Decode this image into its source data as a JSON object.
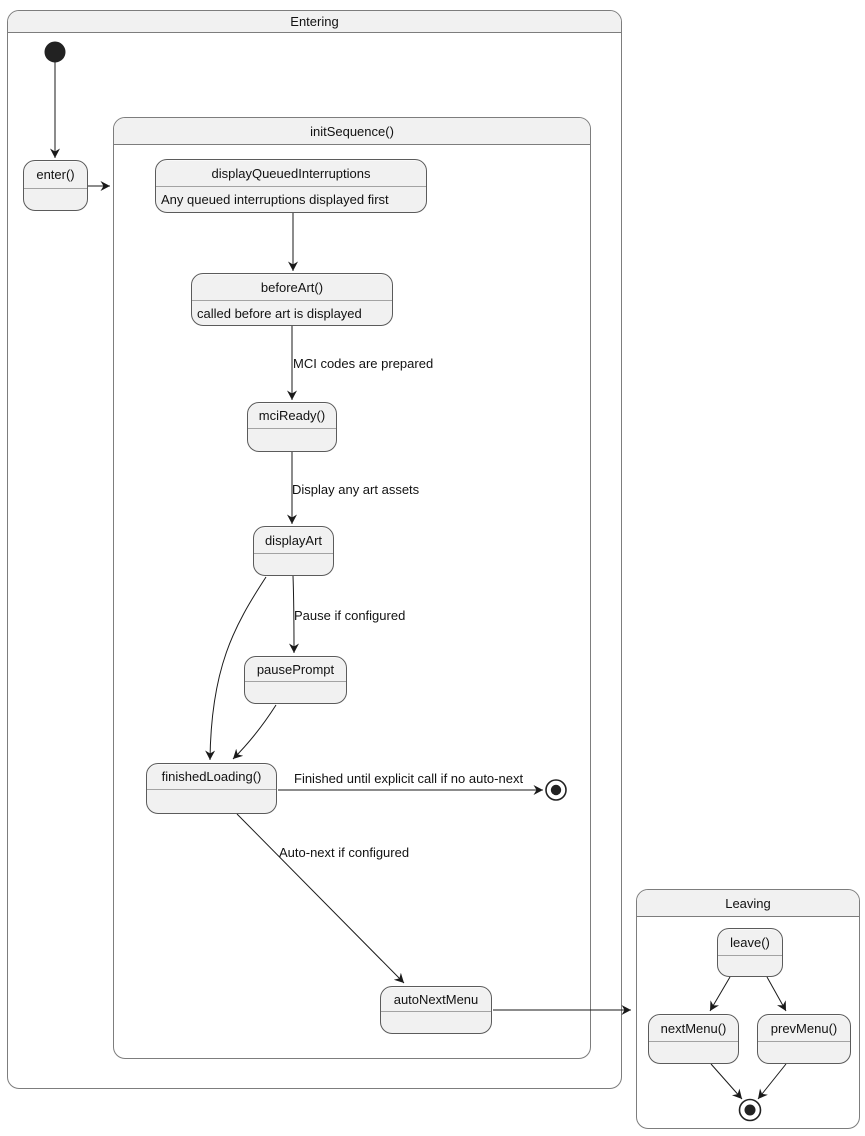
{
  "diagram_type": "uml-state-diagram",
  "containers": {
    "entering": {
      "title": "Entering"
    },
    "initSequence": {
      "title": "initSequence()"
    },
    "leaving": {
      "title": "Leaving"
    }
  },
  "states": {
    "enter": {
      "title": "enter()"
    },
    "displayQueuedInterruptions": {
      "title": "displayQueuedInterruptions",
      "description": "Any queued interruptions displayed first"
    },
    "beforeArt": {
      "title": "beforeArt()",
      "description": "called before art is displayed"
    },
    "mciReady": {
      "title": "mciReady()"
    },
    "displayArt": {
      "title": "displayArt"
    },
    "pausePrompt": {
      "title": "pausePrompt"
    },
    "finishedLoading": {
      "title": "finishedLoading()"
    },
    "autoNextMenu": {
      "title": "autoNextMenu"
    },
    "leave": {
      "title": "leave()"
    },
    "nextMenu": {
      "title": "nextMenu()"
    },
    "prevMenu": {
      "title": "prevMenu()"
    }
  },
  "edges": {
    "beforeArt_to_mciReady": {
      "label": "MCI codes are prepared"
    },
    "mciReady_to_displayArt": {
      "label": "Display any art assets"
    },
    "displayArt_to_pausePrompt": {
      "label": "Pause if configured"
    },
    "finishedLoading_to_final": {
      "label": "Finished until explicit call if no auto-next"
    },
    "finishedLoading_to_autoNextMenu": {
      "label": "Auto-next if configured"
    }
  },
  "colors": {
    "background": "#ffffff",
    "state_fill": "#f1f1f1",
    "state_border": "#5b5b5b",
    "container_border": "#7d7d7d",
    "divider": "#a3a3a3",
    "arrow": "#1a1a1a",
    "text": "#121212"
  }
}
